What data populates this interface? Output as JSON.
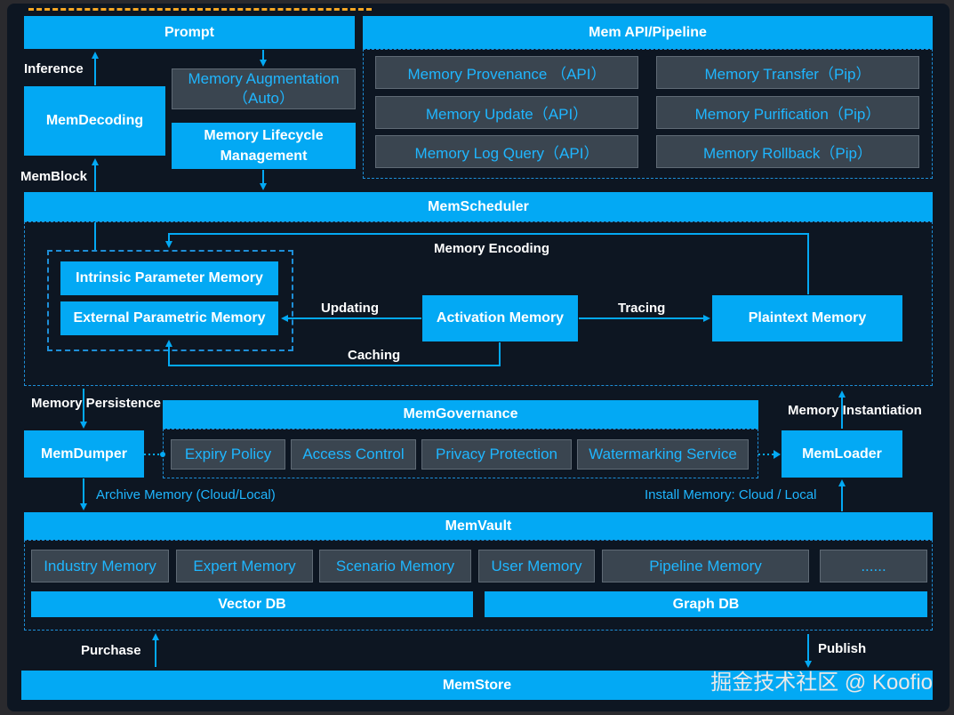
{
  "prompt": "Prompt",
  "api_pipeline": {
    "title": "Mem API/Pipeline",
    "items": [
      "Memory Provenance （API）",
      "Memory Transfer（Pip）",
      "Memory Update（API）",
      "Memory Purification（Pip）",
      "Memory Log Query（API）",
      "Memory Rollback（Pip）"
    ]
  },
  "left_top": {
    "inference": "Inference",
    "memdecoding": "MemDecoding",
    "memblock": "MemBlock",
    "augmentation_line1": "Memory Augmentation",
    "augmentation_line2": "（Auto）",
    "lifecycle_line1": "Memory Lifecycle",
    "lifecycle_line2": "Management"
  },
  "scheduler": {
    "title": "MemScheduler",
    "intrinsic": "Intrinsic Parameter Memory",
    "external": "External Parametric Memory",
    "activation": "Activation Memory",
    "plaintext": "Plaintext Memory",
    "encoding": "Memory Encoding",
    "updating": "Updating",
    "caching": "Caching",
    "tracing": "Tracing"
  },
  "governance": {
    "title": "MemGovernance",
    "items": [
      "Expiry Policy",
      "Access Control",
      "Privacy Protection",
      "Watermarking Service"
    ],
    "persistence": "Memory Persistence",
    "instantiation": "Memory Instantiation",
    "dumper": "MemDumper",
    "loader": "MemLoader",
    "archive": "Archive Memory (Cloud/Local)",
    "install": "Install Memory: Cloud / Local"
  },
  "vault": {
    "title": "MemVault",
    "items": [
      "Industry Memory",
      "Expert Memory",
      "Scenario Memory",
      "User Memory",
      "Pipeline Memory",
      "......"
    ],
    "vector_db": "Vector DB",
    "graph_db": "Graph DB"
  },
  "store": {
    "purchase": "Purchase",
    "publish": "Publish",
    "title": "MemStore"
  },
  "watermark": "掘金技术社区 @ Koofio",
  "colors": {
    "accent": "#03a9f4",
    "background": "#0d1622",
    "dashed": "#1e8fd8",
    "top_dash": "#f5a623"
  }
}
